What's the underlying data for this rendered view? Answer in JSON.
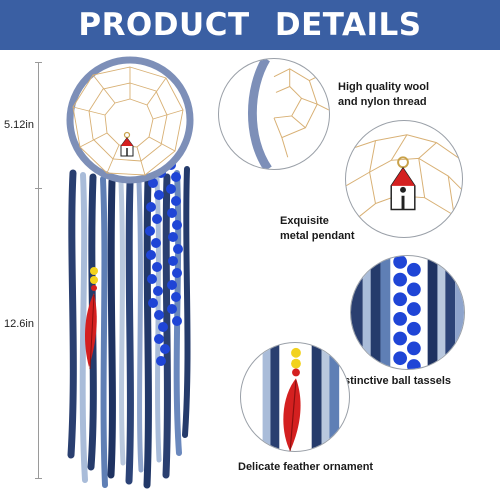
{
  "banner": {
    "title": "PRODUCT DETAILS"
  },
  "dimensions": {
    "ring": "5.12in",
    "tassels": "12.6in"
  },
  "details": [
    {
      "caption": "High quality wool\nand nylon thread"
    },
    {
      "caption": "Exquisite\nmetal pendant"
    },
    {
      "caption": "Distinctive ball tassels"
    },
    {
      "caption": "Delicate feather ornament"
    }
  ],
  "colors": {
    "banner": "#3a5fa3",
    "ring": "#7d8fb8",
    "web": "#d8b074",
    "navy": "#253b6b",
    "light_blue": "#a9bcd9",
    "royal_blue": "#1f45d6",
    "feather": "#d42020",
    "bead_yellow": "#f2d21e"
  }
}
